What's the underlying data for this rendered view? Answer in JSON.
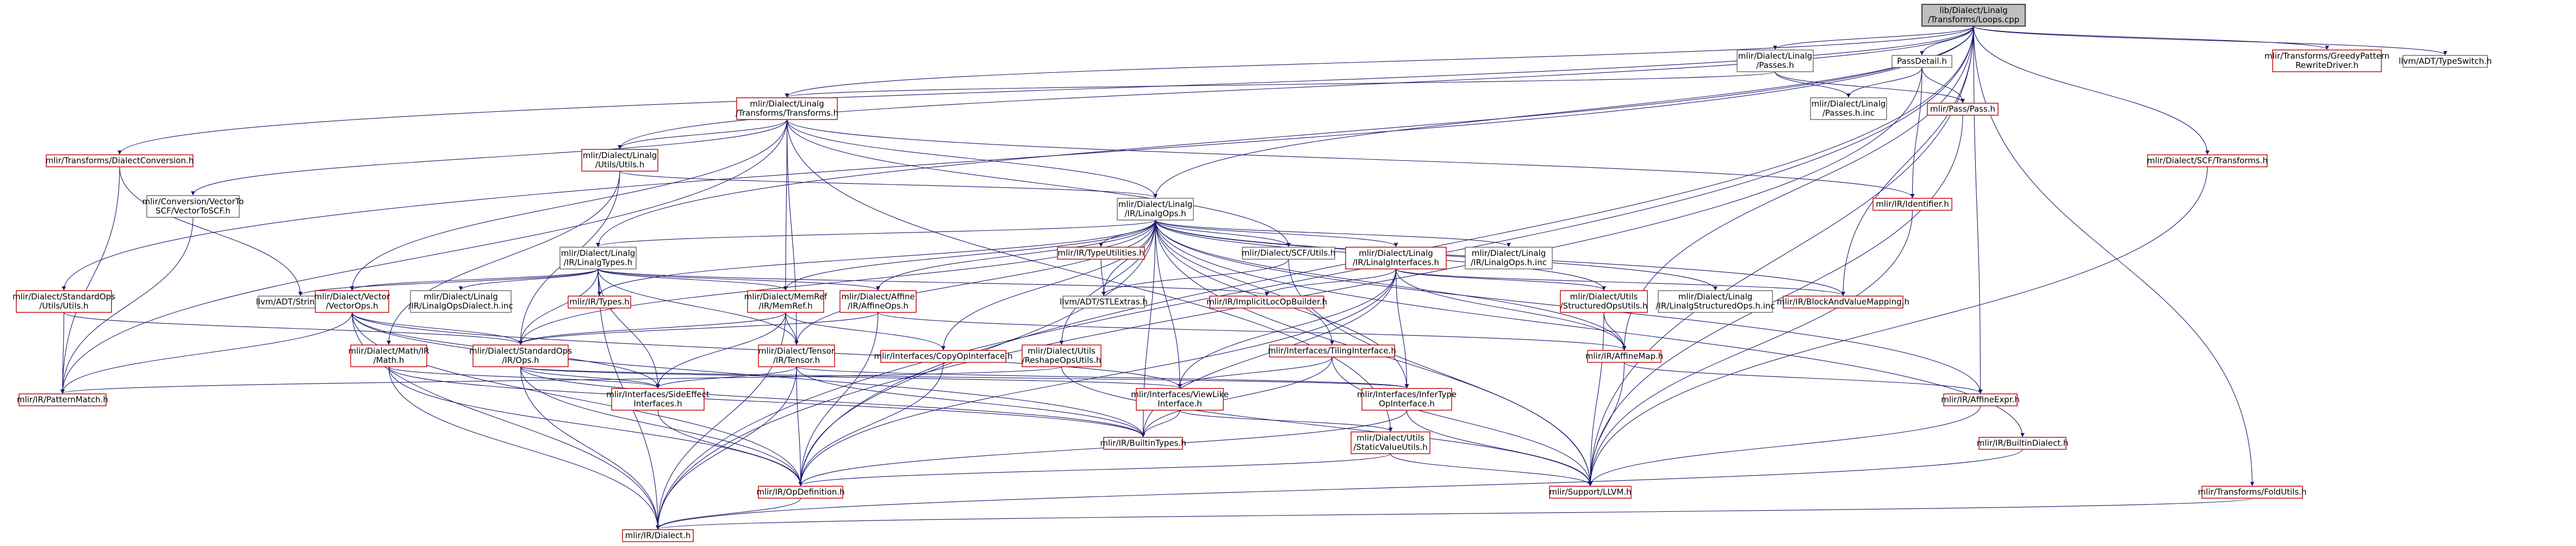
{
  "graph": {
    "nodes": [
      {
        "id": "root",
        "lines": [
          "lib/Dialect/Linalg",
          "/Transforms/Loops.cpp"
        ],
        "style": "root"
      },
      {
        "id": "linalg_passes",
        "lines": [
          "mlir/Dialect/Linalg",
          "/Passes.h"
        ],
        "style": "black"
      },
      {
        "id": "passdetail",
        "lines": [
          "PassDetail.h"
        ],
        "style": "black"
      },
      {
        "id": "greedy",
        "lines": [
          "mlir/Transforms/GreedyPattern",
          "RewriteDriver.h"
        ],
        "style": "red"
      },
      {
        "id": "typeswitch",
        "lines": [
          "llvm/ADT/TypeSwitch.h"
        ],
        "style": "black"
      },
      {
        "id": "linalg_passes_inc",
        "lines": [
          "mlir/Dialect/Linalg",
          "/Passes.h.inc"
        ],
        "style": "black"
      },
      {
        "id": "pass",
        "lines": [
          "mlir/Pass/Pass.h"
        ],
        "style": "red"
      },
      {
        "id": "transforms",
        "lines": [
          "mlir/Dialect/Linalg",
          "/Transforms/Transforms.h"
        ],
        "style": "red"
      },
      {
        "id": "conversion",
        "lines": [
          "mlir/Transforms/DialectConversion.h"
        ],
        "style": "red"
      },
      {
        "id": "scf_transforms",
        "lines": [
          "mlir/Dialect/SCF/Transforms.h"
        ],
        "style": "red"
      },
      {
        "id": "linalg_utils",
        "lines": [
          "mlir/Dialect/Linalg",
          "/Utils/Utils.h"
        ],
        "style": "red"
      },
      {
        "id": "vector_to_scf",
        "lines": [
          "mlir/Conversion/VectorTo",
          "SCF/VectorToSCF.h"
        ],
        "style": "black"
      },
      {
        "id": "identifier",
        "lines": [
          "mlir/IR/Identifier.h"
        ],
        "style": "red"
      },
      {
        "id": "linalgops",
        "lines": [
          "mlir/Dialect/Linalg",
          "/IR/LinalgOps.h"
        ],
        "style": "black"
      },
      {
        "id": "std_utils",
        "lines": [
          "mlir/Dialect/StandardOps",
          "/Utils/Utils.h"
        ],
        "style": "red"
      },
      {
        "id": "stringmap",
        "lines": [
          "llvm/ADT/StringMap.h"
        ],
        "style": "black"
      },
      {
        "id": "linalgtypes",
        "lines": [
          "mlir/Dialect/Linalg",
          "/IR/LinalgTypes.h"
        ],
        "style": "black"
      },
      {
        "id": "vectorops",
        "lines": [
          "mlir/Dialect/Vector",
          "/VectorOps.h"
        ],
        "style": "red"
      },
      {
        "id": "linalgopsdialect",
        "lines": [
          "mlir/Dialect/Linalg",
          "/IR/LinalgOpsDialect.h.inc"
        ],
        "style": "black"
      },
      {
        "id": "ir_types",
        "lines": [
          "mlir/IR/Types.h"
        ],
        "style": "red"
      },
      {
        "id": "memref",
        "lines": [
          "mlir/Dialect/MemRef",
          "/IR/MemRef.h"
        ],
        "style": "red"
      },
      {
        "id": "affineops",
        "lines": [
          "mlir/Dialect/Affine",
          "/IR/AffineOps.h"
        ],
        "style": "red"
      },
      {
        "id": "typeutilities",
        "lines": [
          "mlir/IR/TypeUtilities.h"
        ],
        "style": "red"
      },
      {
        "id": "stlextras",
        "lines": [
          "llvm/ADT/STLExtras.h"
        ],
        "style": "black"
      },
      {
        "id": "scf_utils",
        "lines": [
          "mlir/Dialect/SCF/Utils.h"
        ],
        "style": "black"
      },
      {
        "id": "linalginterfaces",
        "lines": [
          "mlir/Dialect/Linalg",
          "/IR/LinalgInterfaces.h"
        ],
        "style": "red"
      },
      {
        "id": "linalgops_inc",
        "lines": [
          "mlir/Dialect/Linalg",
          "/IR/LinalgOps.h.inc"
        ],
        "style": "black"
      },
      {
        "id": "implicitloc",
        "lines": [
          "mlir/IR/ImplicitLocOpBuilder.h"
        ],
        "style": "red"
      },
      {
        "id": "structuredops",
        "lines": [
          "mlir/Dialect/Utils",
          "/StructuredOpsUtils.h"
        ],
        "style": "red"
      },
      {
        "id": "structuredops_inc",
        "lines": [
          "mlir/Dialect/Linalg",
          "/IR/LinalgStructuredOps.h.inc"
        ],
        "style": "black"
      },
      {
        "id": "blockandvalue",
        "lines": [
          "mlir/IR/BlockAndValueMapping.h"
        ],
        "style": "red"
      },
      {
        "id": "mathops",
        "lines": [
          "mlir/Dialect/Math/IR",
          "/Math.h"
        ],
        "style": "red"
      },
      {
        "id": "stdops",
        "lines": [
          "mlir/Dialect/StandardOps",
          "/IR/Ops.h"
        ],
        "style": "red"
      },
      {
        "id": "tensor",
        "lines": [
          "mlir/Dialect/Tensor",
          "/IR/Tensor.h"
        ],
        "style": "red"
      },
      {
        "id": "copyop",
        "lines": [
          "mlir/Interfaces/CopyOpInterface.h"
        ],
        "style": "red"
      },
      {
        "id": "reshapeops",
        "lines": [
          "mlir/Dialect/Utils",
          "/ReshapeOpsUtils.h"
        ],
        "style": "red"
      },
      {
        "id": "tiling",
        "lines": [
          "mlir/Interfaces/TilingInterface.h"
        ],
        "style": "red"
      },
      {
        "id": "affinemap",
        "lines": [
          "mlir/IR/AffineMap.h"
        ],
        "style": "red"
      },
      {
        "id": "patternmatch",
        "lines": [
          "mlir/IR/PatternMatch.h"
        ],
        "style": "red"
      },
      {
        "id": "sideeffect",
        "lines": [
          "mlir/Interfaces/SideEffect",
          "Interfaces.h"
        ],
        "style": "red"
      },
      {
        "id": "viewlike",
        "lines": [
          "mlir/Interfaces/ViewLike",
          "Interface.h"
        ],
        "style": "red"
      },
      {
        "id": "infertype",
        "lines": [
          "mlir/Interfaces/InferType",
          "OpInterface.h"
        ],
        "style": "red"
      },
      {
        "id": "affineexpr",
        "lines": [
          "mlir/IR/AffineExpr.h"
        ],
        "style": "red"
      },
      {
        "id": "builtintypes",
        "lines": [
          "mlir/IR/BuiltinTypes.h"
        ],
        "style": "red"
      },
      {
        "id": "staticvalue",
        "lines": [
          "mlir/Dialect/Utils",
          "/StaticValueUtils.h"
        ],
        "style": "red"
      },
      {
        "id": "builtindialect",
        "lines": [
          "mlir/IR/BuiltinDialect.h"
        ],
        "style": "red"
      },
      {
        "id": "opdefinition",
        "lines": [
          "mlir/IR/OpDefinition.h"
        ],
        "style": "red"
      },
      {
        "id": "llvm",
        "lines": [
          "mlir/Support/LLVM.h"
        ],
        "style": "red"
      },
      {
        "id": "foldutils",
        "lines": [
          "mlir/Transforms/FoldUtils.h"
        ],
        "style": "red"
      },
      {
        "id": "dialect",
        "lines": [
          "mlir/IR/Dialect.h"
        ],
        "style": "red"
      }
    ]
  }
}
